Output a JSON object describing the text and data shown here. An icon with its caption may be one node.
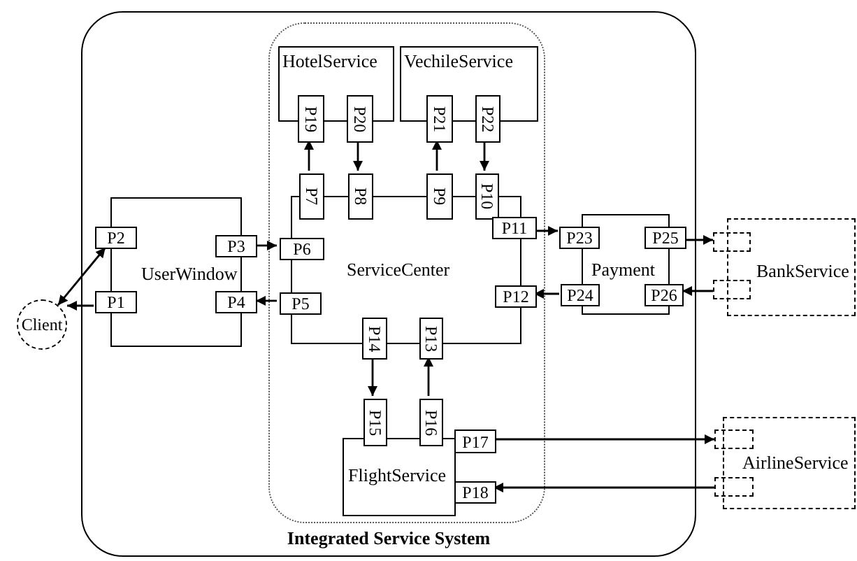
{
  "diagram": {
    "nodes": [
      {
        "text": [
          "Integrated Service System"
        ]
      },
      {
        "text": [
          "Client"
        ]
      },
      {
        "text": [
          "UserWindow"
        ],
        "in": 0
      },
      {
        "text": [
          "P2"
        ],
        "in": 0
      },
      {
        "text": [
          "P1"
        ],
        "in": 0
      },
      {
        "text": [
          "P3"
        ],
        "in": 0
      },
      {
        "text": [
          "P4"
        ],
        "in": 0
      },
      {
        "text": [],
        "shape": "box",
        "in": 0
      },
      {
        "text": [
          "HotelService"
        ],
        "in": 7
      },
      {
        "text": [
          "P19"
        ],
        "in": 7
      },
      {
        "text": [
          "P20"
        ],
        "in": 7
      },
      {
        "text": [
          "VechileService"
        ],
        "in": 7
      },
      {
        "text": [
          "P21"
        ],
        "in": 7
      },
      {
        "text": [
          "P22"
        ],
        "in": 7
      },
      {
        "text": [
          "ServiceCenter"
        ],
        "in": 7
      },
      {
        "text": [
          "P7"
        ],
        "in": 7
      },
      {
        "text": [
          "P8"
        ],
        "in": 7
      },
      {
        "text": [
          "P9"
        ],
        "in": 7
      },
      {
        "text": [
          "P10"
        ],
        "in": 7
      },
      {
        "text": [
          "P6"
        ],
        "in": 7
      },
      {
        "text": [
          "P11"
        ],
        "in": 7
      },
      {
        "text": [
          "P5"
        ],
        "in": 7
      },
      {
        "text": [
          "P12"
        ],
        "in": 7
      },
      {
        "text": [
          "P14"
        ],
        "in": 7
      },
      {
        "text": [
          "P13"
        ],
        "in": 7
      },
      {
        "text": [
          "FlightService"
        ],
        "in": 7
      },
      {
        "text": [
          "P15"
        ],
        "in": 7
      },
      {
        "text": [
          "P16"
        ],
        "in": 7
      },
      {
        "text": [
          "P17"
        ],
        "in": 7
      },
      {
        "text": [
          "P18"
        ],
        "in": 7
      },
      {
        "text": [
          "Payment"
        ],
        "in": 0
      },
      {
        "text": [
          "P23"
        ],
        "in": 0
      },
      {
        "text": [
          "P25"
        ],
        "in": 0
      },
      {
        "text": [
          "P24"
        ],
        "in": 0
      },
      {
        "text": [
          "P26"
        ],
        "in": 0
      },
      {
        "text": [
          "BankService"
        ]
      },
      {
        "text": [],
        "shape": "box"
      },
      {
        "text": [],
        "shape": "box"
      },
      {
        "text": [
          "AirlineService"
        ]
      },
      {
        "text": [],
        "shape": "box"
      },
      {
        "text": [],
        "shape": "box"
      }
    ],
    "edges": [
      {
        "from": 3,
        "to": 1,
        "arrow": "both"
      },
      {
        "from": 4,
        "to": 1,
        "arrow": "to"
      },
      {
        "from": 5,
        "to": 19,
        "arrow": "to"
      },
      {
        "from": 21,
        "to": 6,
        "arrow": "to"
      },
      {
        "from": 15,
        "to": 9,
        "arrow": "to"
      },
      {
        "from": 10,
        "to": 16,
        "arrow": "to"
      },
      {
        "from": 17,
        "to": 12,
        "arrow": "to"
      },
      {
        "from": 13,
        "to": 18,
        "arrow": "to"
      },
      {
        "from": 20,
        "to": 31,
        "arrow": "to"
      },
      {
        "from": 33,
        "to": 22,
        "arrow": "to"
      },
      {
        "from": 32,
        "to": 36,
        "arrow": "to"
      },
      {
        "from": 37,
        "to": 34,
        "arrow": "to"
      },
      {
        "from": 23,
        "to": 26,
        "arrow": "to"
      },
      {
        "from": 27,
        "to": 24,
        "arrow": "to"
      },
      {
        "from": 28,
        "to": 39,
        "arrow": "to"
      },
      {
        "from": 40,
        "to": 29,
        "arrow": "to"
      }
    ]
  }
}
